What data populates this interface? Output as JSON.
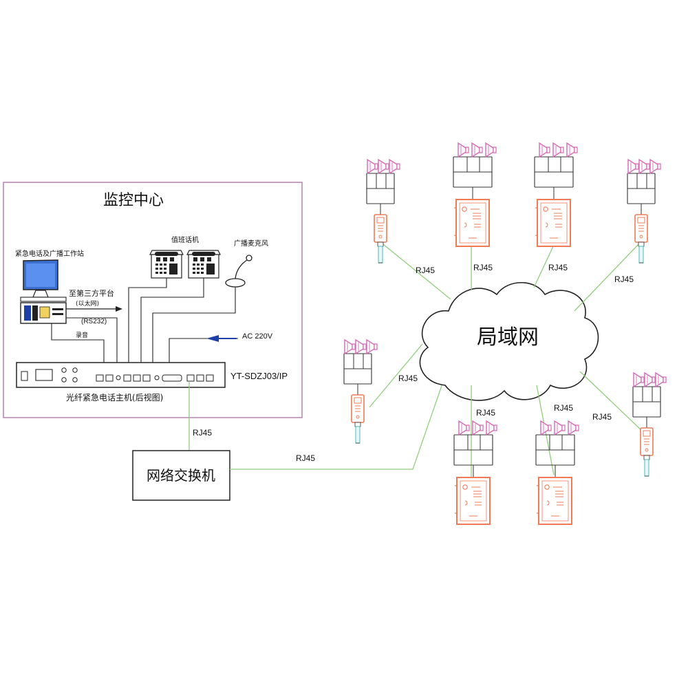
{
  "monitor_center": {
    "title": "监控中心",
    "workstation_label": "紧急电话及广播工作站",
    "third_party_label": "至第三方平台",
    "ethernet_label": "(以太网)",
    "rs232_label": "(RS232)",
    "record_label": "录音",
    "duty_phone_label": "值班话机",
    "broadcast_mic_label": "广播麦克风",
    "ac_label": "AC 220V",
    "host_model": "YT-SDZJ03/IP",
    "host_caption": "光纤紧急电话主机(后视图)"
  },
  "switch_label": "网络交换机",
  "lan_label": "局域网",
  "link_label": "RJ45",
  "colors": {
    "frame": "#b58ab1",
    "link_line": "#8fce7c",
    "arrow": "#1f3fa8",
    "device_orange": "#f07a55",
    "speaker_pink": "#d966b6",
    "pole_cyan": "#5bbfc2",
    "monitor_screen": "#3b6fd0"
  }
}
